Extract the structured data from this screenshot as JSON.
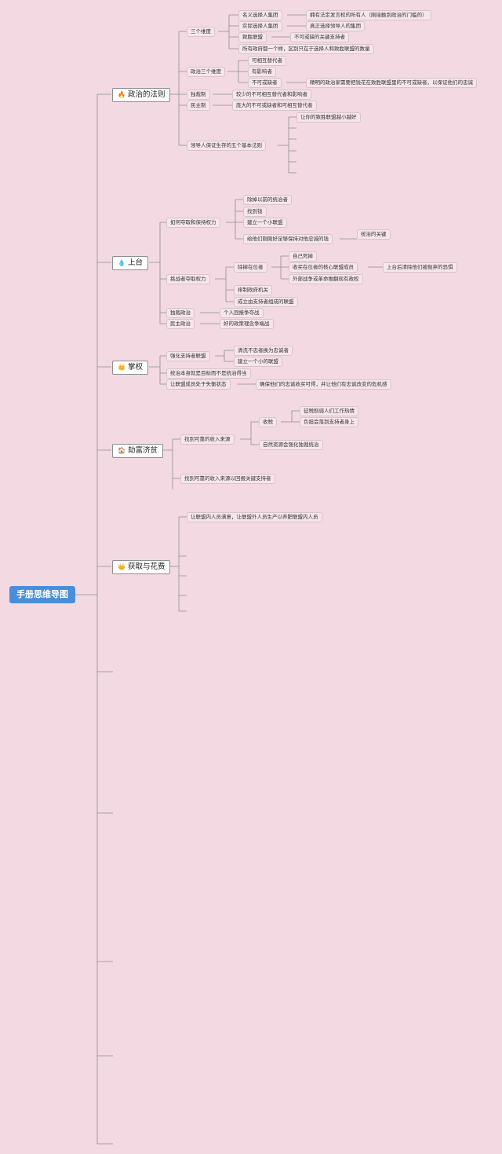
{
  "root": "手册思维导图",
  "branches": [
    {
      "icon": "🔥",
      "label": "政治的法则"
    },
    {
      "icon": "💧",
      "label": "上台"
    },
    {
      "icon": "👑",
      "label": "掌权"
    },
    {
      "icon": "🏠",
      "label": "劫富济贫"
    },
    {
      "icon": "👑",
      "label": "获取与花费"
    }
  ],
  "b1": {
    "l2": [
      "三个维度",
      "政治三个维度",
      "独裁制",
      "民主制",
      "领导人保证生存的五个基本法则"
    ],
    "l3": [
      "名义选择人集团",
      "实际选择人集团",
      "致胜联盟",
      "所有政府都一个样，区别只在于选择人和致胜联盟的数量",
      "可相互替代者",
      "有影响者",
      "不可或缺者",
      "较少的不可相互替代者和影响者",
      "庞大的不可或缺者和可相互替代者",
      "让你的致胜联盟越小越好"
    ],
    "l4": [
      "拥有法定发言权的所有人（刚接触到政治的门槛的）",
      "真正选择领导人的集团",
      "不可或缺的关键支持者",
      "精明的政治家需要把钱花在致胜联盟里的不可或缺者，以保证他们的忠诚"
    ]
  },
  "b2": {
    "l2": [
      "如何夺取和保持权力",
      "挑战者夺取权力",
      "独裁政治",
      "民主政治"
    ],
    "l3": [
      "除掉以前的统治者",
      "找到钱",
      "建立一个小联盟",
      "给他们刚刚好足够保持对他忠诚的钱",
      "统治的关键",
      "除掉在位者",
      "排制政府机关",
      "成立由支持者组成的联盟",
      "个人回报争夺战",
      "好的政策理念争端战"
    ],
    "l4": [
      "自己死掉",
      "收买在位者的核心联盟成员",
      "外部战争或革命推翻现有政权",
      "上台后清除他们被抛弃的恐惧"
    ]
  },
  "b3": {
    "l2": [
      "强化支持者联盟",
      "统治本身就是目标而不是统治得当",
      "让联盟成员处于失衡状态"
    ],
    "l3": [
      "清洗不忠者换为忠诚者",
      "建立一个小的联盟",
      "确保他们的忠诚收买可得，并让他们有忠诚改变的危机感"
    ]
  },
  "b4": {
    "l2": [
      "找到可靠的收入来源",
      "找到可靠的收入来源以回报关键支持者"
    ],
    "l3": [
      "收税",
      "自然资源会强化独裁统治"
    ],
    "l4": [
      "征税削弱人们工作热情",
      "负担会落到支持者身上"
    ]
  },
  "b5": {
    "l2": [
      "让联盟内人员满意，让联盟外人员生产以养肥联盟内人员"
    ]
  }
}
